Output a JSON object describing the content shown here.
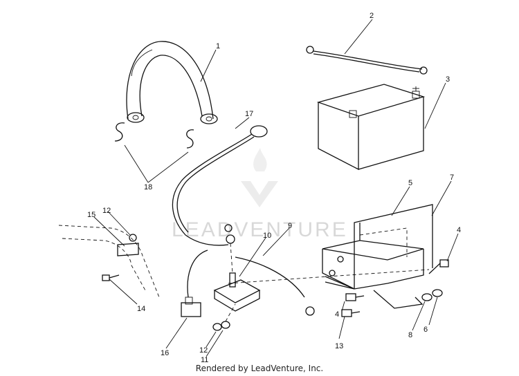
{
  "watermark": {
    "text": "LEADVENTURE"
  },
  "footer": {
    "text": "Rendered by LeadVenture, Inc."
  },
  "callouts": [
    "1",
    "2",
    "3",
    "4",
    "4",
    "5",
    "6",
    "7",
    "8",
    "9",
    "10",
    "11",
    "12",
    "12",
    "13",
    "14",
    "15",
    "16",
    "17",
    "18"
  ]
}
